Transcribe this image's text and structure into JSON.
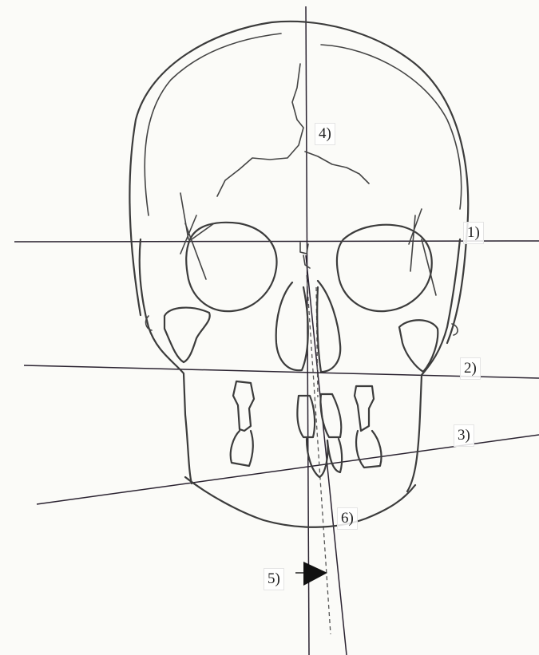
{
  "labels": {
    "l1": "1)",
    "l2": "2)",
    "l3": "3)",
    "l4": "4)",
    "l5": "5)",
    "l6": "6)"
  }
}
